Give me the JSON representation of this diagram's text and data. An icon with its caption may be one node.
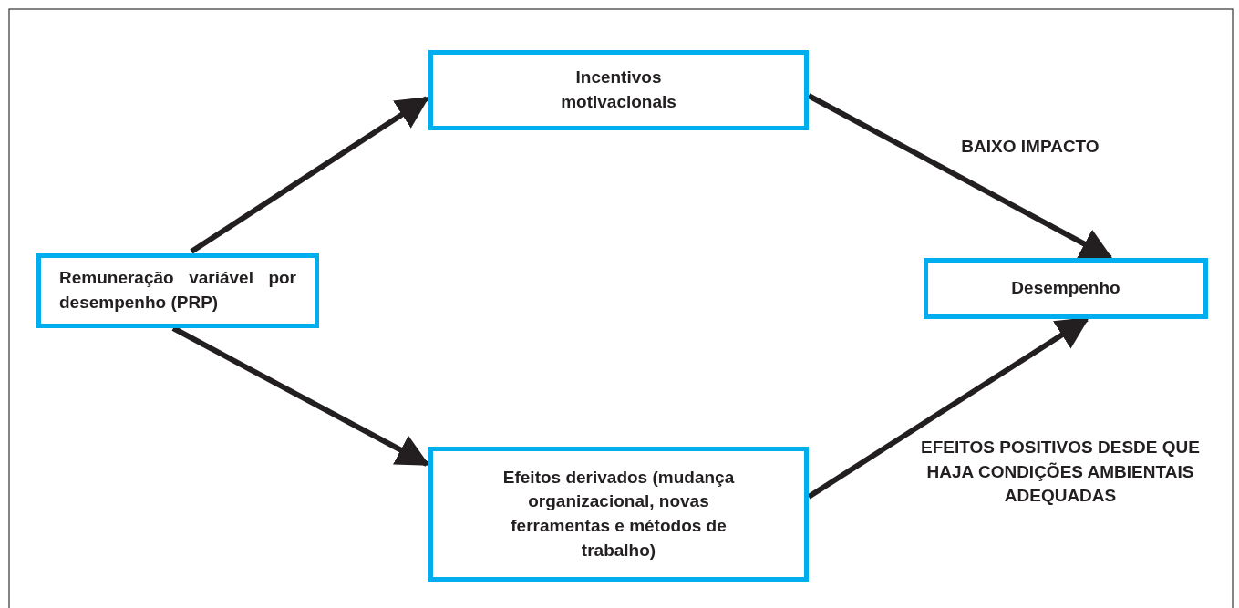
{
  "diagram": {
    "nodes": [
      {
        "text": [
          "Remuneração variável por desempenho (PRP)"
        ]
      },
      {
        "text": [
          "Incentivos motivacionais"
        ]
      },
      {
        "text": [
          "Desempenho"
        ]
      },
      {
        "text": [
          "Efeitos derivados (mudança organizacional, novas ferramentas e métodos de trabalho)"
        ]
      }
    ],
    "edges": [
      {
        "from": 0,
        "to": 1,
        "arrow": "to"
      },
      {
        "from": 1,
        "to": 2,
        "arrow": "to",
        "label": "BAIXO IMPACTO"
      },
      {
        "from": 0,
        "to": 3,
        "arrow": "to"
      },
      {
        "from": 3,
        "to": 2,
        "arrow": "to",
        "label": "EFEITOS POSITIVOS DESDE QUE HAJA CONDIÇÕES AMBIENTAIS ADEQUADAS"
      }
    ]
  }
}
